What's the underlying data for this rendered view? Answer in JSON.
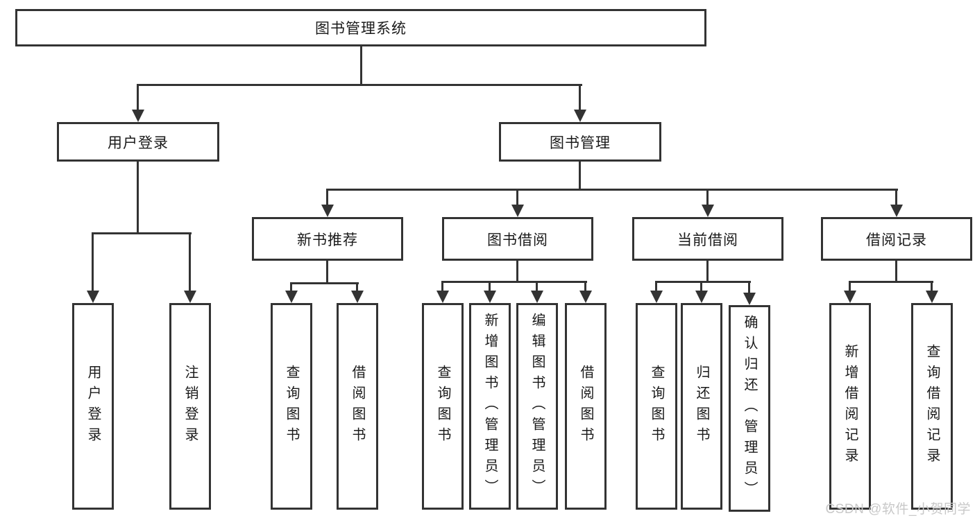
{
  "diagram": {
    "title": "图书管理系统",
    "level2": {
      "user_login": "用户登录",
      "book_management": "图书管理"
    },
    "level3": {
      "new_book_recommend": "新书推荐",
      "book_borrow": "图书借阅",
      "current_borrow": "当前借阅",
      "borrow_records": "借阅记录"
    },
    "leaves": {
      "login": [
        "用户登录",
        "注销登录"
      ],
      "recommend": [
        "查询图书",
        "借阅图书"
      ],
      "borrow": [
        "查询图书",
        "新增图书（管理员）",
        "编辑图书（管理员）",
        "借阅图书"
      ],
      "current": [
        "查询图书",
        "归还图书",
        "确认归还（管理员）"
      ],
      "records": [
        "新增借阅记录",
        "查询借阅记录"
      ]
    },
    "watermark": "CSDN @软件_小贺同学"
  },
  "colors": {
    "line": "#333333",
    "border": "#333333",
    "text": "#1a1a1a",
    "background": "#ffffff",
    "watermark": "#c8c8c8"
  }
}
